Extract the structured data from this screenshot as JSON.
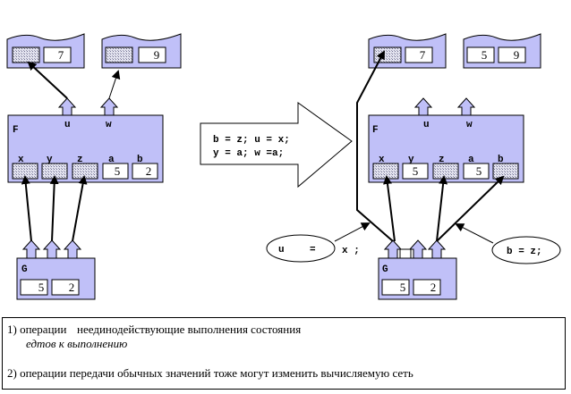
{
  "left": {
    "tanks": [
      {
        "value": "7"
      },
      {
        "value": "9"
      }
    ],
    "F": {
      "name": "F",
      "outputs": [
        "u",
        "w"
      ],
      "inputs": [
        "x",
        "y",
        "z",
        "a",
        "b"
      ],
      "values": {
        "a": "5",
        "b": "2"
      }
    },
    "G": {
      "name": "G",
      "values": [
        "5",
        "2"
      ]
    }
  },
  "transform": {
    "line1": "b = z; u = x;",
    "line2": "y = a; w =a;"
  },
  "right": {
    "tanks": [
      {
        "value": "7"
      },
      {
        "value1": "5",
        "value2": "9"
      }
    ],
    "F": {
      "name": "F",
      "outputs": [
        "u",
        "w"
      ],
      "inputs": [
        "x",
        "y",
        "z",
        "a",
        "b"
      ],
      "values": {
        "y": "5",
        "a": "5"
      }
    },
    "G": {
      "name": "G",
      "values": [
        "5",
        "2"
      ]
    },
    "callouts": {
      "u": "u",
      "eq": "=",
      "x": "x ;",
      "b": "b = z;"
    }
  },
  "notes": {
    "item1_prefix": "1) операции",
    "item1_overlap": "неединодействующие выполнения состояния",
    "item1_cont": "едтов к выполнению",
    "item2": "2) операции передачи обычных значений тоже могут изменить вычисляемую сеть"
  },
  "colors": {
    "node_fill": "#c0c0f8",
    "hatch": "#9090b0",
    "line": "#000000"
  }
}
